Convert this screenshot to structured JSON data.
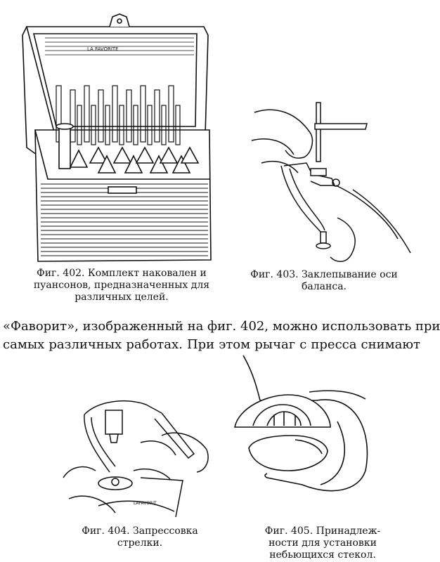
{
  "figures": {
    "f402": {
      "label": "LA FAVORITE",
      "caption": [
        "Фиг. 402. Комплект наковален и",
        "пуансонов, предназначенных для",
        "различных целей."
      ]
    },
    "f403": {
      "caption": [
        "Фиг. 403. Заклепывание оси",
        "баланса."
      ]
    },
    "f404": {
      "label": "LAFAVORIT",
      "caption": [
        "Фиг. 404. Запрессовка",
        "стрелки."
      ]
    },
    "f405": {
      "caption": [
        "Фиг. 405. Принадлеж-",
        "ности для установки",
        "небьющихся стекол."
      ]
    }
  },
  "body_text": [
    "«Фаворит», изображенный на фиг. 402, можно использовать при",
    "самых различных работах. При этом рычаг с пресса снимают"
  ]
}
